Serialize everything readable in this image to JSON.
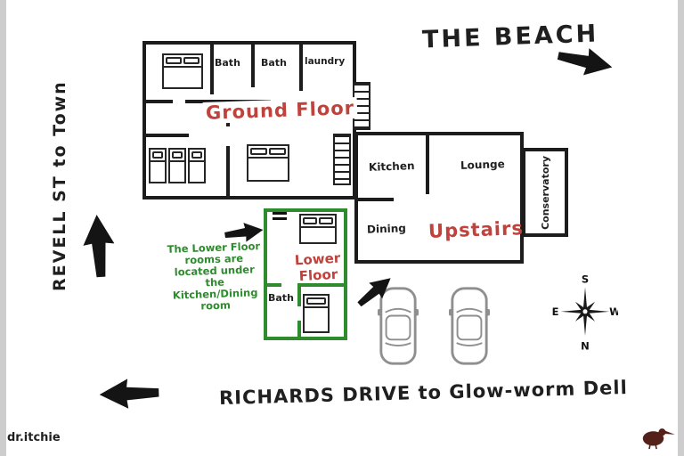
{
  "directions": {
    "beach": "THE BEACH",
    "revell": "REVELL ST to Town",
    "richards": "RICHARDS DRIVE to Glow-worm Dell"
  },
  "ground": {
    "title": "Ground Floor",
    "bath1": "Bath",
    "bath2": "Bath",
    "laundry": "laundry"
  },
  "upstairs": {
    "title": "Upstairs",
    "kitchen": "Kitchen",
    "lounge": "Lounge",
    "dining": "Dining",
    "conservatory": "Conservatory"
  },
  "lower": {
    "title1": "Lower",
    "title2": "Floor",
    "bath": "Bath"
  },
  "note": {
    "l0": "The Lower Floor",
    "l1": "rooms are",
    "l2": "located under",
    "l3": "the",
    "l4": "Kitchen/Dining",
    "l5": "room"
  },
  "compass": {
    "n": "N",
    "s": "S",
    "e": "E",
    "w": "W"
  },
  "watermark": "dr.itchie",
  "colors": {
    "red": "#c0423c",
    "green": "#2e8b2e",
    "wall": "#1c1c1c",
    "car_gray": "#8f8f8f"
  }
}
